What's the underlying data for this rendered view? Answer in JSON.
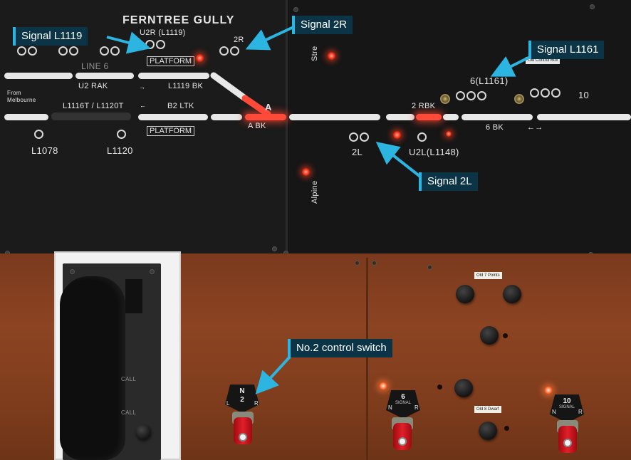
{
  "panel": {
    "station_name": "FERNTREE GULLY",
    "line_name": "LINE 6",
    "track_labels": {
      "u2_rak": "U2 RAK",
      "l1119_bk": "L1119 BK",
      "l1116t_l1120t": "L1116T / L1120T",
      "b2_ltk": "B2 LTK",
      "a_bk": "A BK",
      "a": "A",
      "rbk_2": "2 RBK",
      "bk_6": "6 BK"
    },
    "platform_labels": [
      "PLATFORM",
      "PLATFORM"
    ],
    "from_melbourne": [
      "From",
      "Melbourne"
    ],
    "signal_names": {
      "u2r": "U2R (L1119)",
      "r2": "2R",
      "l2": "2L",
      "u2l": "U2L(L1148)",
      "l1078": "L1078",
      "l1120": "L1120",
      "l1161": "6(L1161)",
      "s10": "10"
    },
    "direction_top": "Stre",
    "direction_bottom": "Alpine",
    "small_card_right": "Old Control Box",
    "arrow_both": "←→"
  },
  "callouts": {
    "signal_l1119": "Signal L1119",
    "signal_2r": "Signal 2R",
    "signal_l1161": "Signal L1161",
    "signal_2l": "Signal 2L",
    "control_switch_2": "No.2 control switch"
  },
  "controls": {
    "switch_2": {
      "number": "2",
      "top_letter": "N",
      "left": "L",
      "right": "R"
    },
    "switch_6": {
      "number": "6",
      "label": "SIGNAL",
      "left": "N",
      "right": "R"
    },
    "switch_10": {
      "number": "10",
      "label": "SIGNAL",
      "left": "N",
      "right": "R"
    },
    "card_points": "Old 7 Points",
    "card_dwarf": "Old 8 Dwarf",
    "phone_labels": [
      "CALL",
      "CALL"
    ]
  },
  "colors": {
    "callout_bg": "#0b3447",
    "callout_accent": "#2bb5e0",
    "lamp_red": "#ff3a20",
    "switch_lever": "#e0202a"
  }
}
